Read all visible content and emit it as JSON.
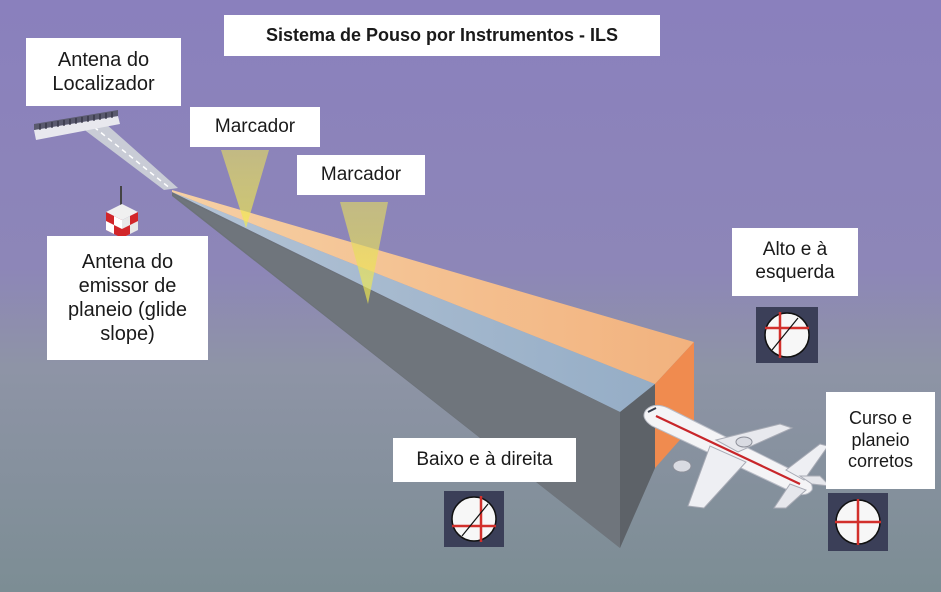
{
  "title": "Sistema de Pouso por Instrumentos - ILS",
  "labels": {
    "localizer_antenna": "Antena do\nLocalizador",
    "marker_outer": "Marcador",
    "marker_middle": "Marcador",
    "glide_slope_antenna": "Antena do\nemissor de\nplaneio (glide\nslope)",
    "high_left": "Alto e à\nesquerda",
    "low_right": "Baixo e à direita",
    "on_course": "Curso e\nplaneio\ncorretos"
  },
  "colors": {
    "sky_top": "#8b81bd",
    "sky_bottom": "#8e95a3",
    "ground": "#7f8f96",
    "beam_top": "#f3b988",
    "beam_side": "#9fb4cb",
    "beam_bottom": "#6b7178",
    "beam_end": "#f08a4e",
    "marker_beam": "#f5e36a",
    "indicator_bg": "#3a3f5a",
    "needle": "#d2302c"
  },
  "icons": [
    "localizer-antenna-icon",
    "glide-slope-antenna-icon",
    "airplane-icon",
    "ils-indicator-icon"
  ]
}
